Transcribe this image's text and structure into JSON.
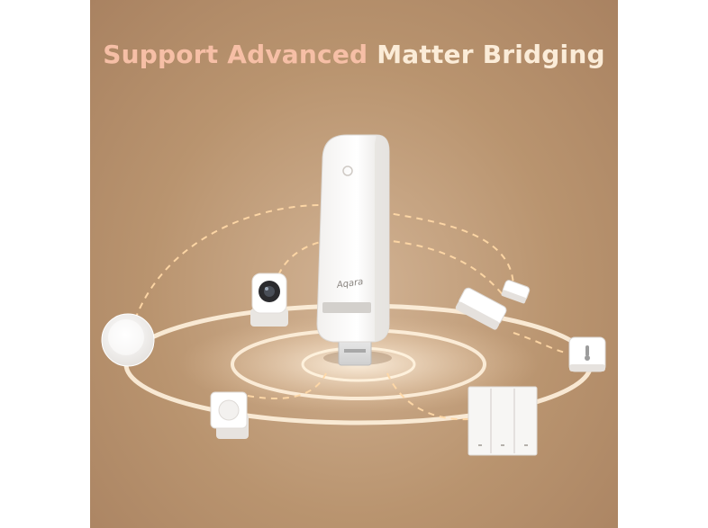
{
  "headline": {
    "part1": "Support Advanced",
    "part2": "Matter Bridging"
  },
  "hub": {
    "brand": "Aqara",
    "icon": "usb-hub"
  },
  "devices": [
    {
      "icon": "round-wireless-button"
    },
    {
      "icon": "camera-hub"
    },
    {
      "icon": "motion-sensor"
    },
    {
      "icon": "door-window-sensor"
    },
    {
      "icon": "temperature-humidity-sensor"
    },
    {
      "icon": "triple-wall-switch"
    }
  ],
  "colors": {
    "background": "#b9946f",
    "title_accent": "#f6bfa6",
    "title_main": "#fbecd8",
    "signal": "#fff2de",
    "dashed_link": "#ffd8a6"
  }
}
